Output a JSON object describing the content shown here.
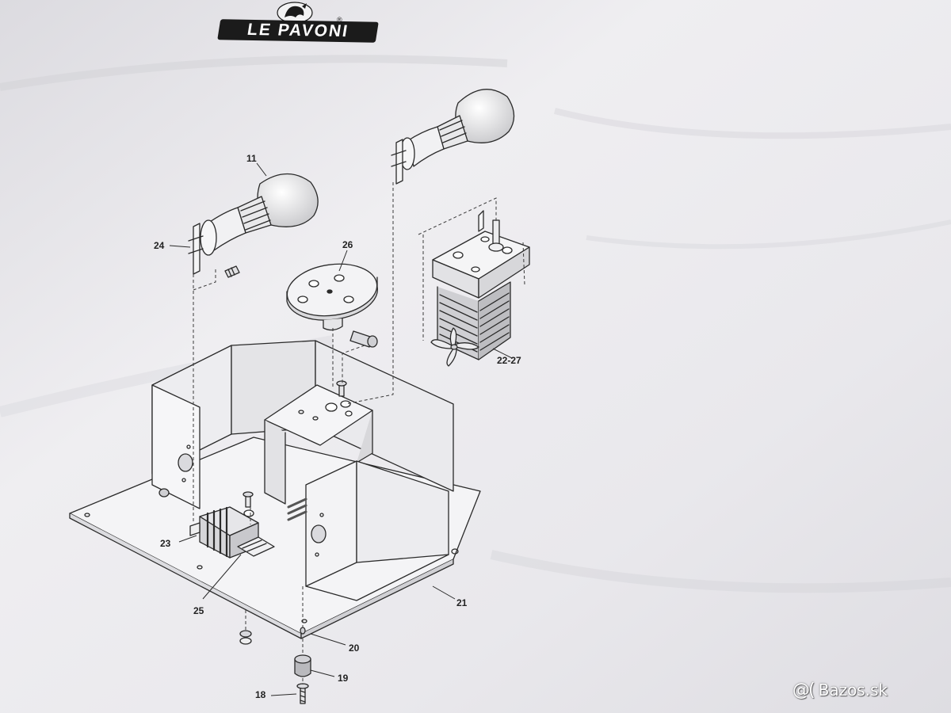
{
  "brand": {
    "name": "LE PAVONI",
    "registered_mark": "®"
  },
  "callouts": [
    {
      "id": "p11",
      "label": "11"
    },
    {
      "id": "p24",
      "label": "24"
    },
    {
      "id": "p26",
      "label": "26"
    },
    {
      "id": "p22_27",
      "label": "22-27"
    },
    {
      "id": "p23",
      "label": "23"
    },
    {
      "id": "p25",
      "label": "25"
    },
    {
      "id": "p21",
      "label": "21"
    },
    {
      "id": "p20",
      "label": "20"
    },
    {
      "id": "p19",
      "label": "19"
    },
    {
      "id": "p18",
      "label": "18"
    }
  ],
  "watermark": {
    "mark": "@(",
    "text": "Bazos.sk"
  },
  "colors": {
    "paper": "#ecebee",
    "ink": "#2a2a2a",
    "logo_bg": "#1b1b1b",
    "watermark": "#ffffff"
  }
}
